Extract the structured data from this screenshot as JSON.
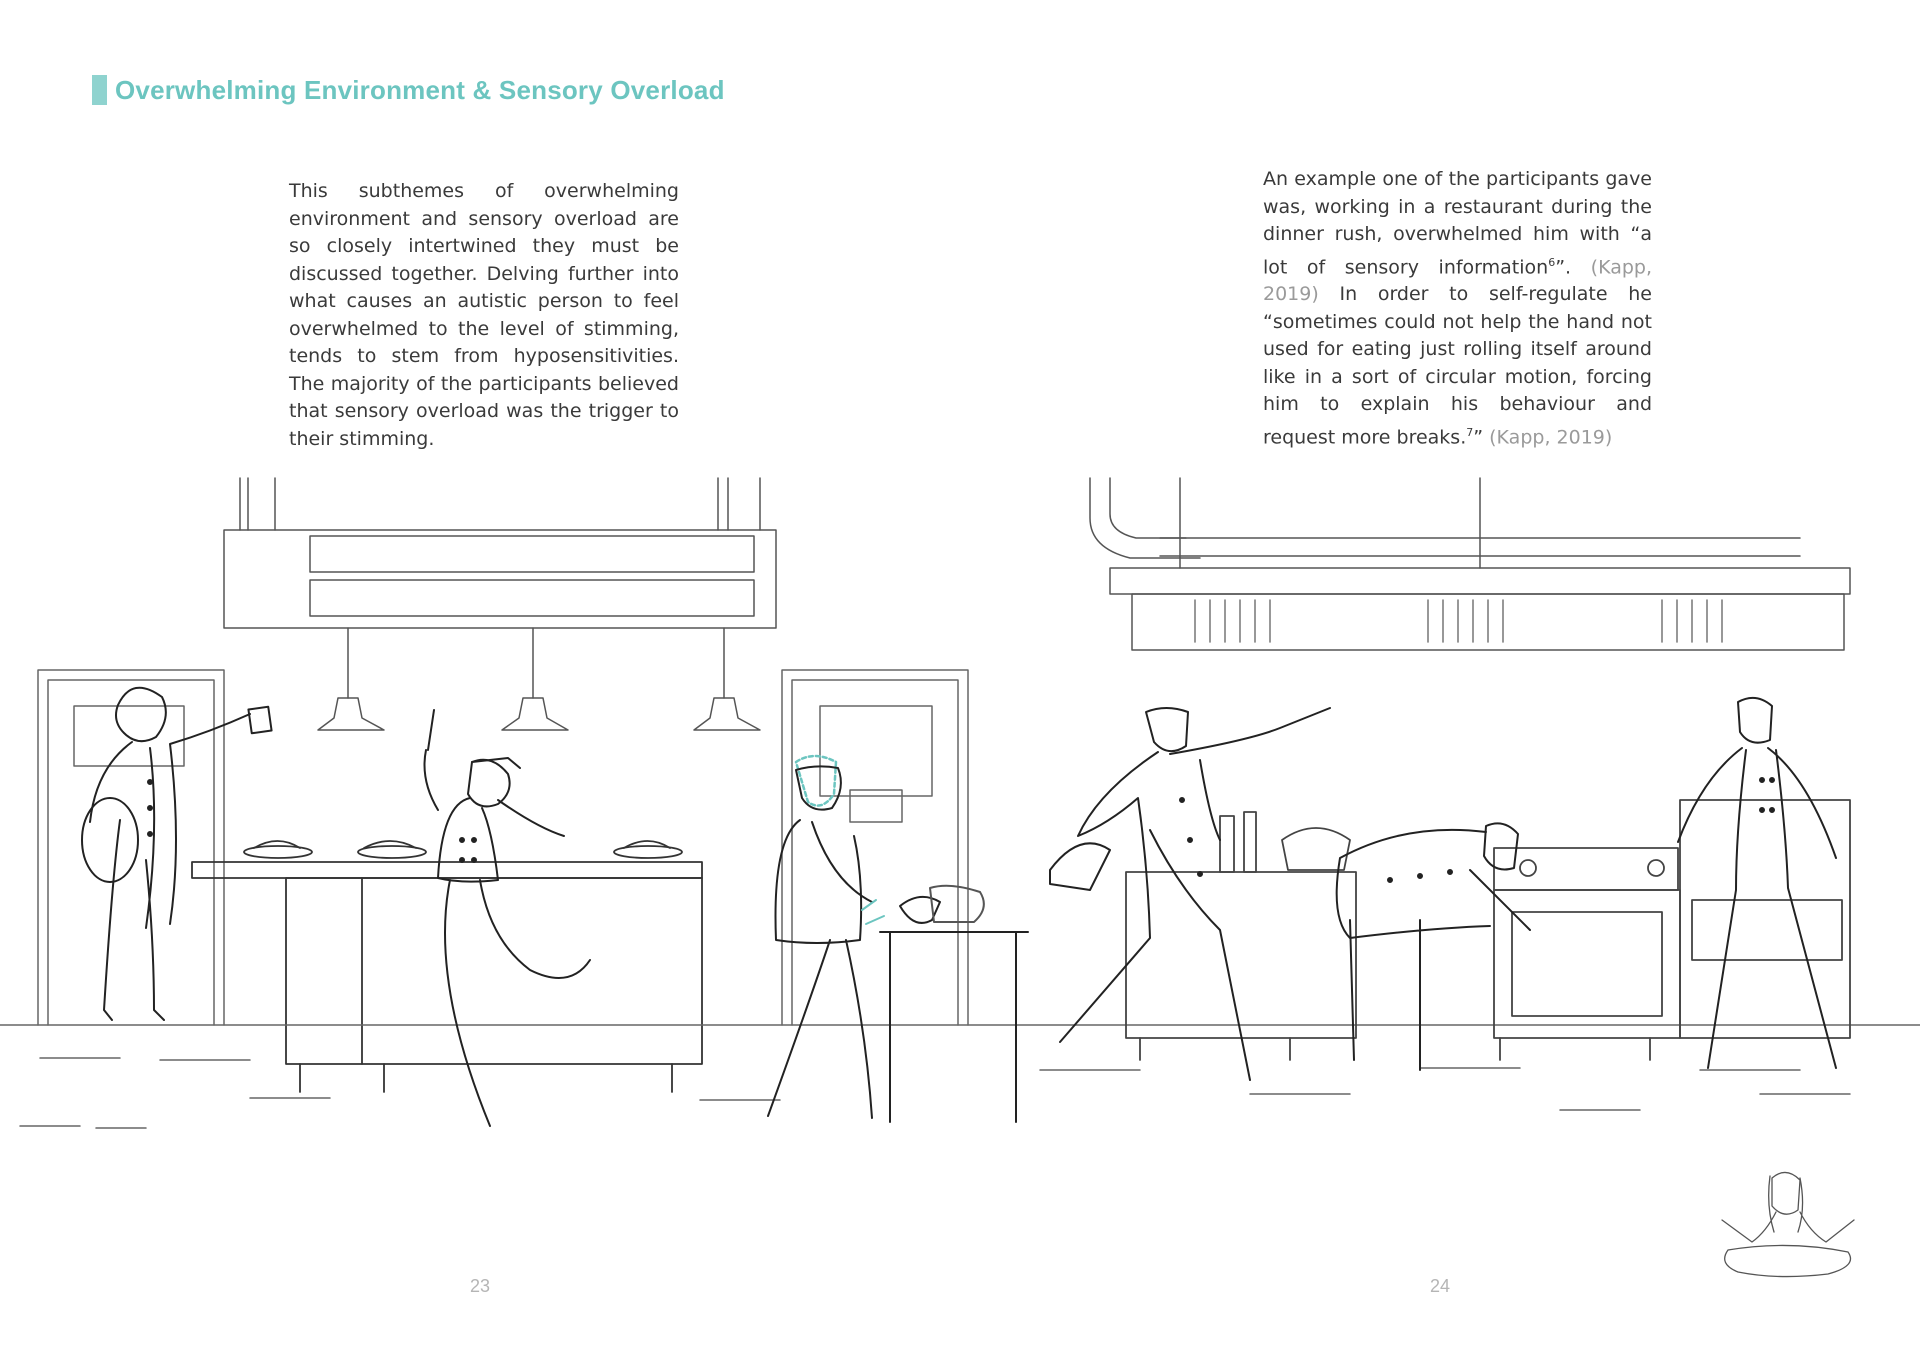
{
  "heading": {
    "title": "Overwhelming Environment & Sensory Overload",
    "accent": "#6cc5c0"
  },
  "left_column": {
    "body": "This subthemes of overwhelming environment and sensory overload are so closely intertwined they must be discussed together. Delving further into what causes an autistic person to feel overwhelmed to the level of stimming, tends to stem from hyposensitivities. The majority of the participants believed that sensory overload was the trigger to their stimming."
  },
  "right_column": {
    "part1": "An example one of the participants gave was, working in a restaurant during the dinner rush, overwhelmed him with “a lot of sensory information",
    "sup1": "6",
    "part2": "”. ",
    "cite1": "(Kapp, 2019)",
    "part3": " In order to self-regulate he “sometimes could not help the hand not used for eating just rolling itself around like in a sort of circular motion, forcing him to explain his behaviour and request more breaks.",
    "sup2": "7",
    "part4": "” ",
    "cite2": "(Kapp, 2019)"
  },
  "page_numbers": {
    "left": "23",
    "right": "24"
  },
  "illustration": {
    "subject": "restaurant-kitchen-scene",
    "line_color": "#222222",
    "highlight_color": "#6cc5c0"
  }
}
